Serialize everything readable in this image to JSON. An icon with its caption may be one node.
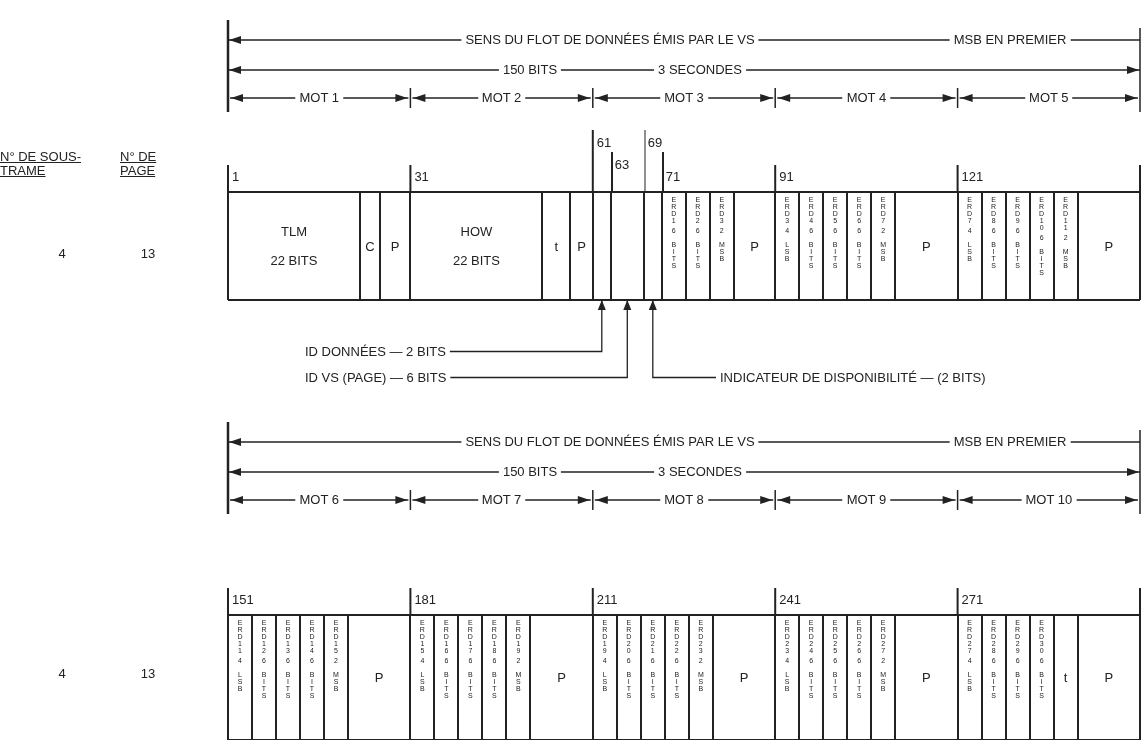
{
  "diagram": {
    "nodes": [
      {
        "text": [
          "TLM",
          "22 BITS"
        ],
        "beside": [
          "1"
        ]
      },
      {
        "text": [
          "C"
        ]
      },
      {
        "text": [
          "P"
        ]
      },
      {
        "text": [
          "HOW",
          "22 BITS"
        ],
        "beside": [
          "31"
        ]
      },
      {
        "text": [
          "t"
        ]
      },
      {
        "text": [
          "P"
        ]
      },
      {
        "text": [],
        "shape": "box",
        "beside": [
          "61"
        ]
      },
      {
        "text": [],
        "shape": "box",
        "beside": [
          "63"
        ]
      },
      {
        "text": [],
        "shape": "box",
        "beside": [
          "69"
        ]
      },
      {
        "text": [
          "ERD1",
          "6 BITS"
        ],
        "beside": [
          "71"
        ]
      },
      {
        "text": [
          "ERD2",
          "6 BITS"
        ]
      },
      {
        "text": [
          "ERD3",
          "2 MSB"
        ]
      },
      {
        "text": [
          "P"
        ]
      },
      {
        "text": [
          "ERD3",
          "4 LSB"
        ],
        "beside": [
          "91"
        ]
      },
      {
        "text": [
          "ERD4",
          "6 BITS"
        ]
      },
      {
        "text": [
          "ERD5",
          "6 BITS"
        ]
      },
      {
        "text": [
          "ERD6",
          "6 BITS"
        ]
      },
      {
        "text": [
          "ERD7",
          "2 MSB"
        ]
      },
      {
        "text": [
          "P"
        ]
      },
      {
        "text": [
          "ERD7",
          "4 LSB"
        ],
        "beside": [
          "121"
        ]
      },
      {
        "text": [
          "ERD8",
          "6 BITS"
        ]
      },
      {
        "text": [
          "ERD9",
          "6 BITS"
        ]
      },
      {
        "text": [
          "ERD10",
          "6 BITS"
        ]
      },
      {
        "text": [
          "ERD11",
          "2 MSB"
        ]
      },
      {
        "text": [
          "P"
        ]
      },
      {
        "text": [
          "ID DONNÉES — 2 BITS"
        ]
      },
      {
        "text": [
          "ID VS (PAGE) — 6 BITS"
        ]
      },
      {
        "text": [
          "INDICATEUR DE DISPONIBILITÉ — (2 BITS)"
        ]
      },
      {
        "text": [
          "ERD11",
          "4 LSB"
        ],
        "beside": [
          "151"
        ]
      },
      {
        "text": [
          "ERD12",
          "6 BITS"
        ]
      },
      {
        "text": [
          "ERD13",
          "6 BITS"
        ]
      },
      {
        "text": [
          "ERD14",
          "6 BITS"
        ]
      },
      {
        "text": [
          "ERD15",
          "2 MSB"
        ]
      },
      {
        "text": [
          "P"
        ]
      },
      {
        "text": [
          "ERD15",
          "4 LSB"
        ],
        "beside": [
          "181"
        ]
      },
      {
        "text": [
          "ERD16",
          "6 BITS"
        ]
      },
      {
        "text": [
          "ERD17",
          "6 BITS"
        ]
      },
      {
        "text": [
          "ERD18",
          "6 BITS"
        ]
      },
      {
        "text": [
          "ERD19",
          "2 MSB"
        ]
      },
      {
        "text": [
          "P"
        ]
      },
      {
        "text": [
          "ERD19",
          "4 LSB"
        ],
        "beside": [
          "211"
        ]
      },
      {
        "text": [
          "ERD20",
          "6 BITS"
        ]
      },
      {
        "text": [
          "ERD21",
          "6 BITS"
        ]
      },
      {
        "text": [
          "ERD22",
          "6 BITS"
        ]
      },
      {
        "text": [
          "ERD23",
          "2 MSB"
        ]
      },
      {
        "text": [
          "P"
        ]
      },
      {
        "text": [
          "ERD23",
          "4 LSB"
        ],
        "beside": [
          "241"
        ]
      },
      {
        "text": [
          "ERD24",
          "6 BITS"
        ]
      },
      {
        "text": [
          "ERD25",
          "6 BITS"
        ]
      },
      {
        "text": [
          "ERD26",
          "6 BITS"
        ]
      },
      {
        "text": [
          "ERD27",
          "2 MSB"
        ]
      },
      {
        "text": [
          "P"
        ]
      },
      {
        "text": [
          "ERD27",
          "4 LSB"
        ],
        "beside": [
          "271"
        ]
      },
      {
        "text": [
          "ERD28",
          "6 BITS"
        ]
      },
      {
        "text": [
          "ERD29",
          "6 BITS"
        ]
      },
      {
        "text": [
          "ERD30",
          "6 BITS"
        ]
      },
      {
        "text": [
          "t"
        ]
      },
      {
        "text": [
          "P"
        ]
      }
    ],
    "edges": [
      {
        "from": 25,
        "to": 6,
        "arrow": "to"
      },
      {
        "from": 26,
        "to": 7,
        "arrow": "to"
      },
      {
        "from": 27,
        "to": 8,
        "arrow": "to"
      }
    ],
    "labels": [
      "SENS DU FLOT DE DONNÉES ÉMIS PAR LE VS",
      "MSB EN PREMIER",
      "150 BITS",
      "3 SECONDES",
      "MOT 1",
      "MOT 2",
      "MOT 3",
      "MOT 4",
      "MOT 5",
      "N° DE SOUS-TRAME",
      "N° DE PAGE",
      "4",
      "13",
      "SENS DU FLOT DE DONNÉES ÉMIS PAR LE VS",
      "MSB EN PREMIER",
      "150 BITS",
      "3 SECONDES",
      "MOT 6",
      "MOT 7",
      "MOT 8",
      "MOT 9",
      "MOT 10",
      "4",
      "13"
    ]
  }
}
